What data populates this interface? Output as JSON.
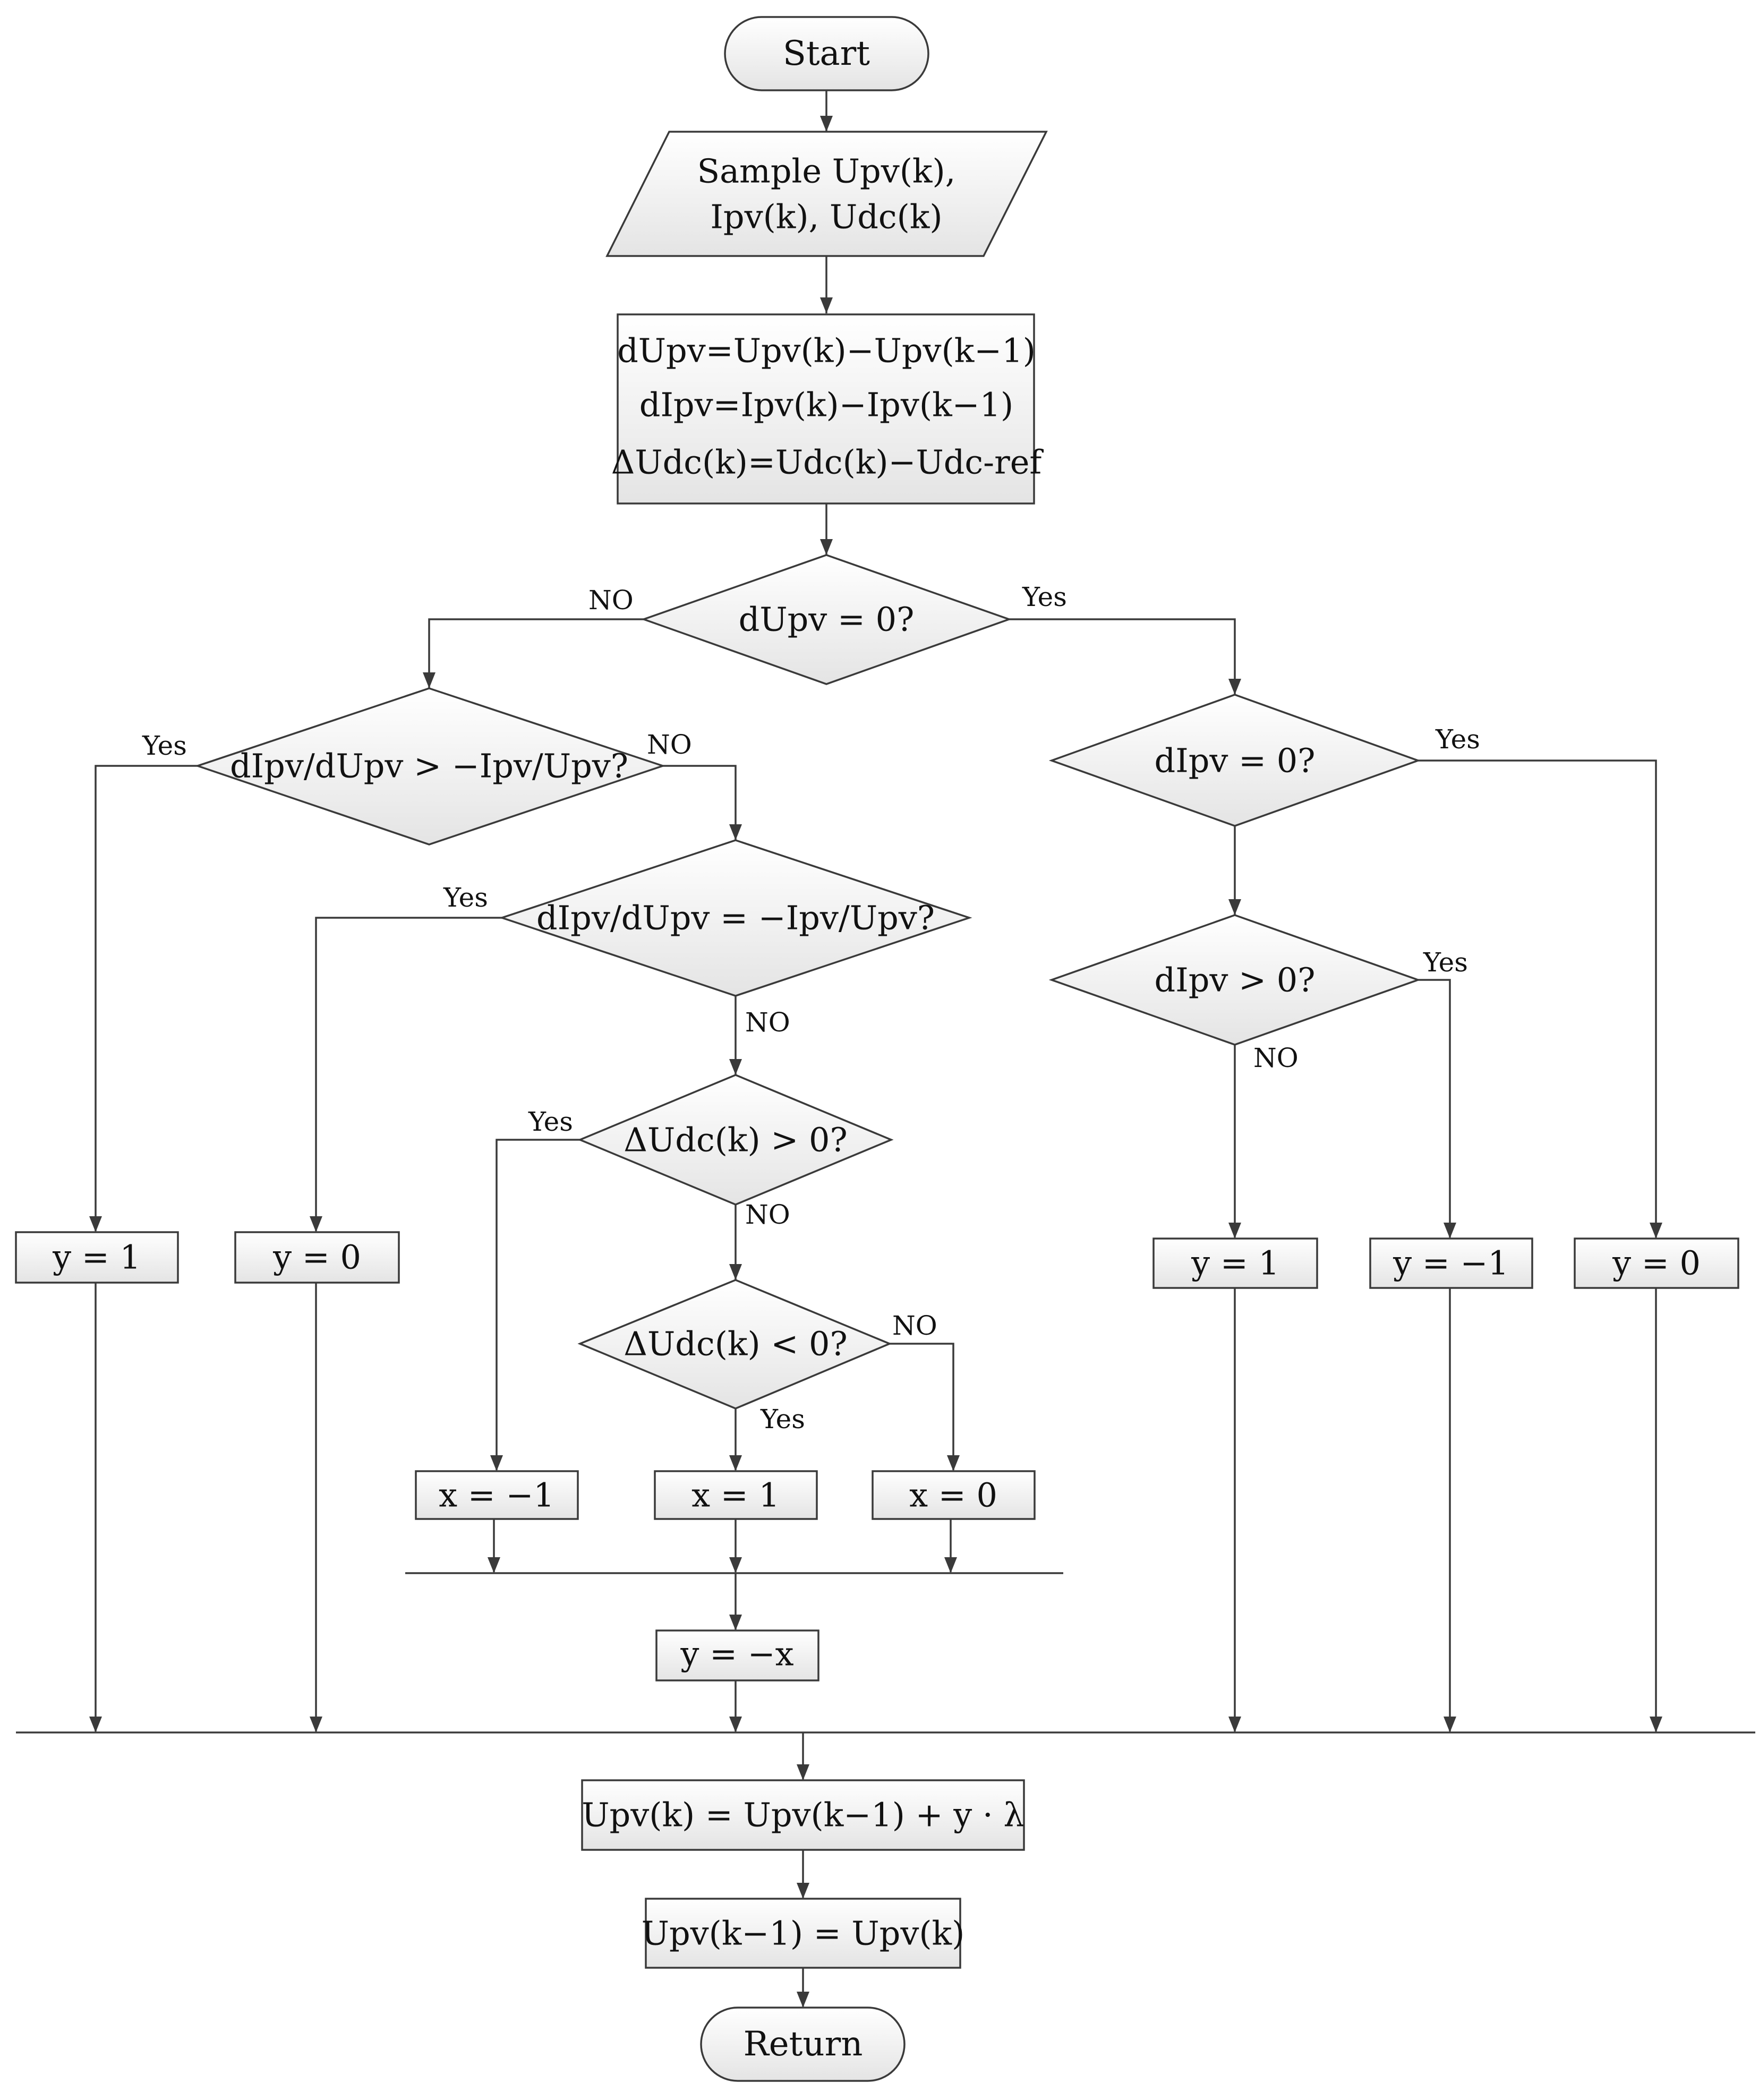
{
  "colors": {
    "line": "#3a3a3a",
    "fill_top": "#ffffff",
    "fill_bottom": "#e4e4e4",
    "text": "#111111"
  },
  "nodes": {
    "start": "Start",
    "sample": {
      "line1": "Sample Upv(k),",
      "line2": "Ipv(k), Udc(k)"
    },
    "compute": {
      "line1": "dUpv=Upv(k)−Upv(k−1)",
      "line2": "dIpv=Ipv(k)−Ipv(k−1)",
      "line3": "ΔUdc(k)=Udc(k)−Udc-ref"
    },
    "d1": "dUpv = 0?",
    "d2": "dIpv/dUpv > −Ipv/Upv?",
    "d3": "dIpv/dUpv = −Ipv/Upv?",
    "d4": "ΔUdc(k) > 0?",
    "d5": "ΔUdc(k) < 0?",
    "d6": "dIpv = 0?",
    "d7": "dIpv > 0?",
    "y1_left": "y = 1",
    "y0_left": "y = 0",
    "x_neg1": "x = −1",
    "x_1": "x = 1",
    "x_0": "x = 0",
    "y_negx": "y = −x",
    "y1_right": "y = 1",
    "y_neg1_right": "y = −1",
    "y0_right": "y = 0",
    "update": "Upv(k) = Upv(k−1) + y · λ",
    "store": "Upv(k−1) = Upv(k)",
    "return": "Return"
  },
  "branch_labels": {
    "d1_no": "NO",
    "d1_yes": "Yes",
    "d2_yes": "Yes",
    "d2_no": "NO",
    "d3_yes": "Yes",
    "d3_no": "NO",
    "d4_yes": "Yes",
    "d4_no": "NO",
    "d5_no": "NO",
    "d5_yes": "Yes",
    "d6_yes": "Yes",
    "d7_yes": "Yes",
    "d7_no": "NO"
  }
}
